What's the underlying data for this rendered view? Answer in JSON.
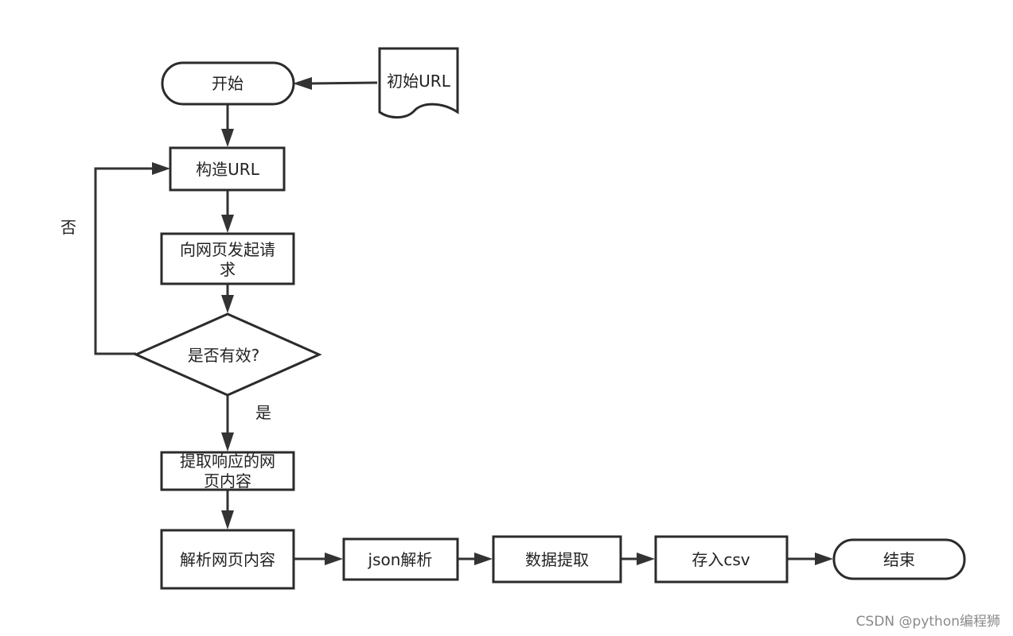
{
  "nodes": {
    "start": "开始",
    "initial_url": "初始URL",
    "build_url": "构造URL",
    "request": [
      "向网页发起请",
      "求"
    ],
    "valid": "是否有效?",
    "extract_response": [
      "提取响应的网",
      "页内容"
    ],
    "parse_page": "解析网页内容",
    "json_parse": "json解析",
    "data_extract": "数据提取",
    "save_csv": "存入csv",
    "end": "结束"
  },
  "edge_labels": {
    "no": "否",
    "yes": "是"
  },
  "watermark": "CSDN @python编程狮"
}
